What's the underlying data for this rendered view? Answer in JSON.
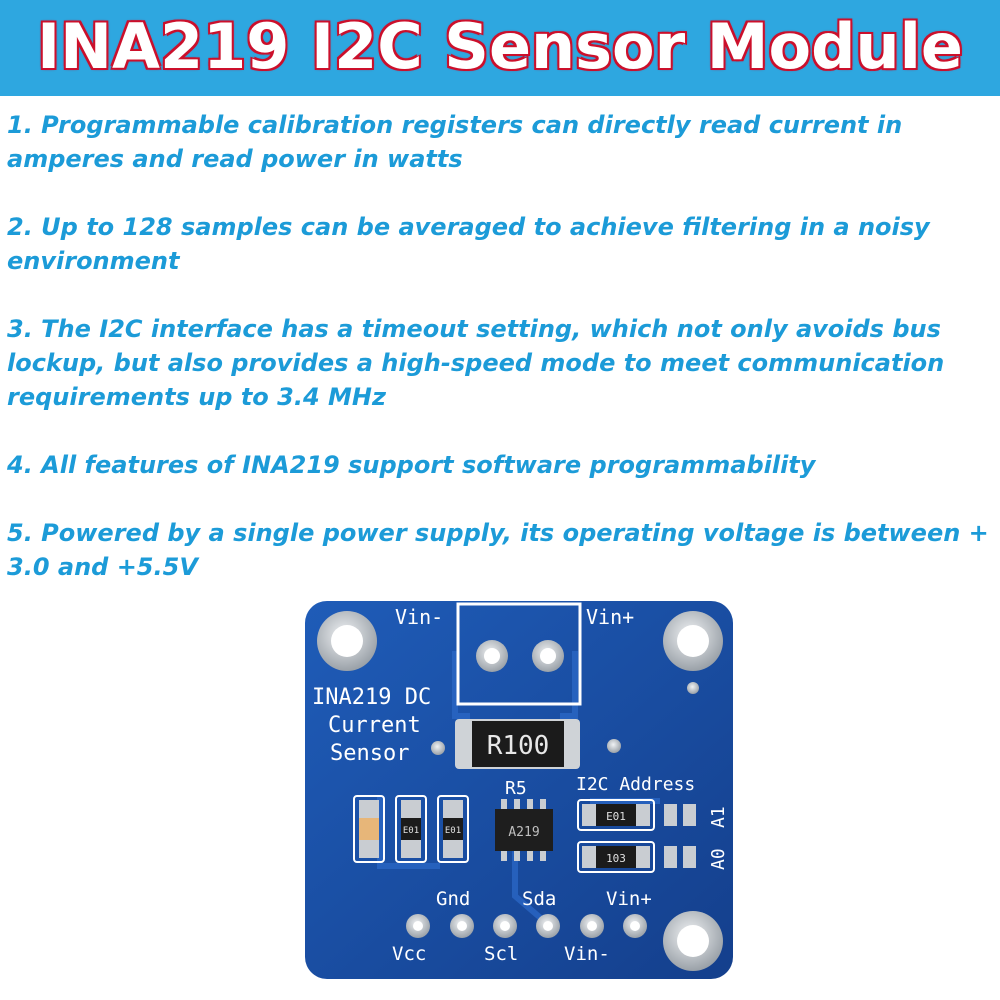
{
  "header": {
    "title": "INA219 I2C Sensor Module"
  },
  "features": [
    "1. Programmable calibration registers can directly read current in amperes and read power in watts",
    "2. Up to 128 samples can be averaged to achieve filtering in a noisy environment",
    "3. The I2C interface has a timeout setting, which not only avoids bus lockup, but also provides a high-speed mode to meet communication requirements up to 3.4 MHz",
    "4. All features of INA219 support software programmability",
    "5. Powered by a single power supply, its operating voltage is between + 3.0 and +5.5V"
  ],
  "board": {
    "vin_minus_top": "Vin-",
    "vin_plus_top": "Vin+",
    "name_line1": "INA219 DC",
    "name_line2": "Current",
    "name_line3": "Sensor",
    "shunt_marking": "R100",
    "r5_label": "R5",
    "chip_marking": "A219",
    "i2c_address_label": "I2C Address",
    "a1_label": "A1",
    "a0_label": "A0",
    "resistor_marking_1": "E01",
    "resistor_marking_2": "E01",
    "addr_resistor_1": "E01",
    "addr_resistor_0": "103",
    "pin_gnd": "Gnd",
    "pin_sda": "Sda",
    "pin_vinplus": "Vin+",
    "pin_vcc": "Vcc",
    "pin_scl": "Scl",
    "pin_vinminus": "Vin-",
    "colors": {
      "pcb": "#1a4fa6",
      "silk": "#ffffff",
      "pad": "#c9cdd2"
    }
  }
}
